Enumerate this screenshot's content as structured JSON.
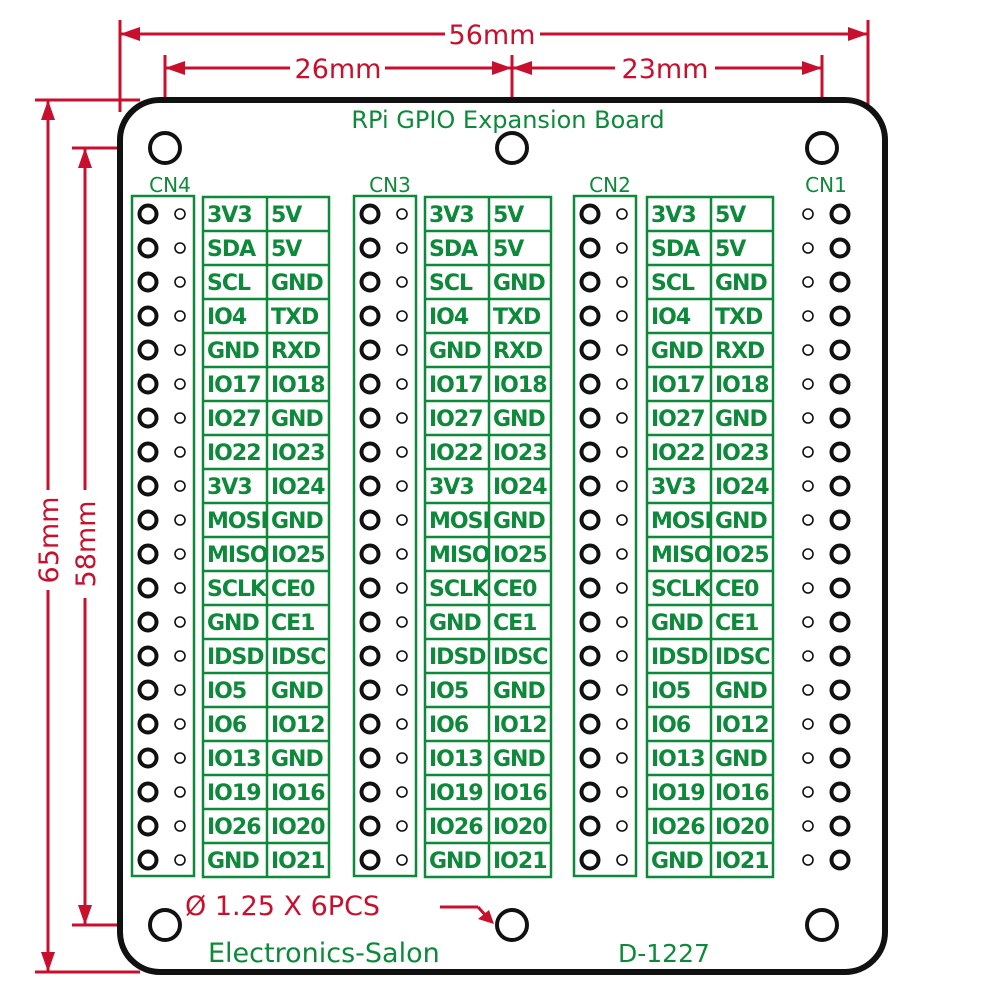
{
  "dimensions": {
    "width_total": "56mm",
    "width_left": "26mm",
    "width_right": "23mm",
    "height_total": "65mm",
    "height_holes": "58mm"
  },
  "board": {
    "title": "RPi GPIO Expansion Board",
    "brand": "Electronics-Salon",
    "model": "D-1227",
    "hole_note": "Ø 1.25 X 6PCS"
  },
  "connectors": [
    "CN4",
    "CN3",
    "CN2",
    "CN1"
  ],
  "pin_rows": [
    [
      "3V3",
      "5V"
    ],
    [
      "SDA",
      "5V"
    ],
    [
      "SCL",
      "GND"
    ],
    [
      "IO4",
      "TXD"
    ],
    [
      "GND",
      "RXD"
    ],
    [
      "IO17",
      "IO18"
    ],
    [
      "IO27",
      "GND"
    ],
    [
      "IO22",
      "IO23"
    ],
    [
      "3V3",
      "IO24"
    ],
    [
      "MOSI",
      "GND"
    ],
    [
      "MISO",
      "IO25"
    ],
    [
      "SCLK",
      "CE0"
    ],
    [
      "GND",
      "CE1"
    ],
    [
      "IDSD",
      "IDSC"
    ],
    [
      "IO5",
      "GND"
    ],
    [
      "IO6",
      "IO12"
    ],
    [
      "IO13",
      "GND"
    ],
    [
      "IO19",
      "IO16"
    ],
    [
      "IO26",
      "IO20"
    ],
    [
      "GND",
      "IO21"
    ]
  ],
  "colors": {
    "dimension": "#c8102e",
    "silkscreen": "#0c8a3a",
    "outline": "#111111"
  }
}
